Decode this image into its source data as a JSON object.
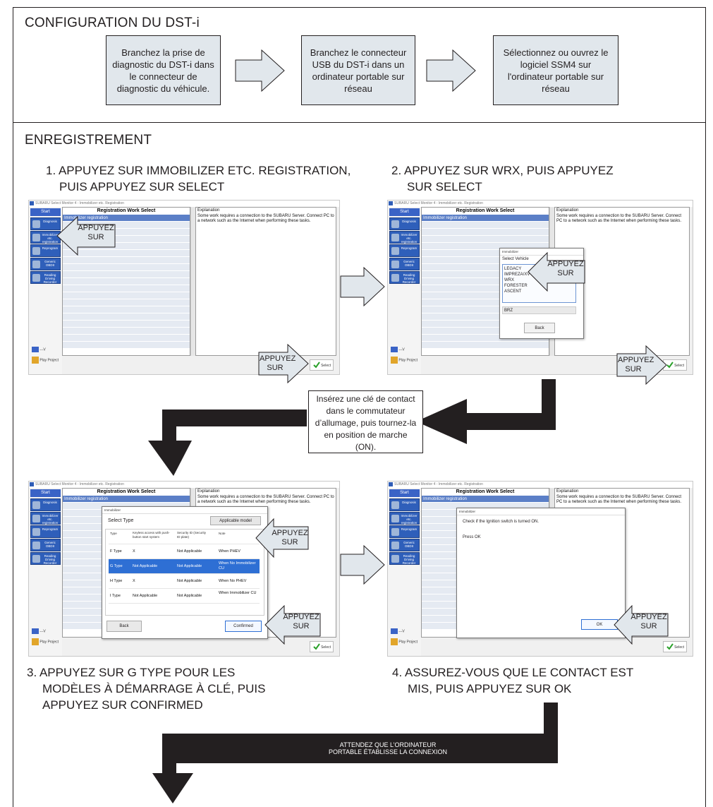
{
  "config": {
    "title": "CONFIGURATION DU DST-i",
    "steps": [
      "Branchez la prise de diagnostic du DST-i dans le connecteur de diagnostic du véhicule.",
      "Branchez le connecteur USB du DST-i dans un ordinateur portable sur réseau",
      "Sélectionnez ou ouvrez le logiciel SSM4 sur l'ordinateur portable sur réseau"
    ]
  },
  "registration": {
    "title": "ENREGISTREMENT",
    "step1": [
      "1. APPUYEZ SUR IMMOBILIZER ETC. REGISTRATION,",
      "PUIS APPUYEZ SUR SELECT"
    ],
    "step2": [
      "2. APPUYEZ SUR WRX, PUIS APPUYEZ",
      "SUR SELECT"
    ],
    "step3": [
      "3. APPUYEZ SUR G TYPE POUR LES",
      "MODÈLES À DÉMARRAGE À CLÉ, PUIS",
      "APPUYEZ SUR CONFIRMED"
    ],
    "step4": [
      "4. ASSUREZ-VOUS QUE LE CONTACT EST",
      "MIS, PUIS APPUYEZ SUR OK"
    ],
    "ignition_note": "Insérez une clé de contact dans le commutateur d’allumage, puis tournez-la en position de marche (ON).",
    "wait_note": [
      "ATTENDEZ QUE L’ORDINATEUR",
      "PORTABLE ÉTABLISSE LA CONNEXION"
    ],
    "press_label": [
      "APPUYEZ",
      "SUR"
    ]
  },
  "software": {
    "window_title": "SUBARU Select Monitor 4 - Immobilizer etc. Registration",
    "start": "Start",
    "nav": [
      "Diagnosis",
      "Immobilizer etc. registration",
      "Reprogram",
      "Generic OBDII",
      "Reading Driving Recorder"
    ],
    "list_header": "Registration Work Select",
    "list_item": "Immobilizer registration",
    "explanation_label": "Explanation",
    "explanation": "Some work requires a connection to the SUBARU Server. Connect PC to a network such as the Internet when performing these tasks.",
    "select": "Select",
    "voltage": "---V",
    "play_project": "Play Project",
    "dialog_title": "Immobilizer",
    "select_vehicle": "Select Vehicle",
    "vehicles": [
      "LEGACY",
      "IMPREZA/XV",
      "WRX",
      "FORESTER",
      "ASCENT"
    ],
    "vehicle_extra": "BRZ",
    "back": "Back",
    "select_type": "Select Type",
    "applicable_model": "Applicable model",
    "type_headers": [
      "Type",
      "Keyless access with push-button start system",
      "Security ID (Security ID plate)",
      "Note"
    ],
    "types": [
      [
        "F Type",
        "X",
        "Not Applicable",
        "When PHEV"
      ],
      [
        "G Type",
        "Not Applicable",
        "Not Applicable",
        "When No Immobilizer CU"
      ],
      [
        "H Type",
        "X",
        "Not Applicable",
        "When No PHEV"
      ],
      [
        "I Type",
        "Not Applicable",
        "Not Applicable",
        "When Immobilizer CU"
      ]
    ],
    "confirmed": "Confirmed",
    "check_ignition": "Check if the Ignition switch is turned ON.",
    "press_ok": "Press OK",
    "ok": "OK"
  }
}
